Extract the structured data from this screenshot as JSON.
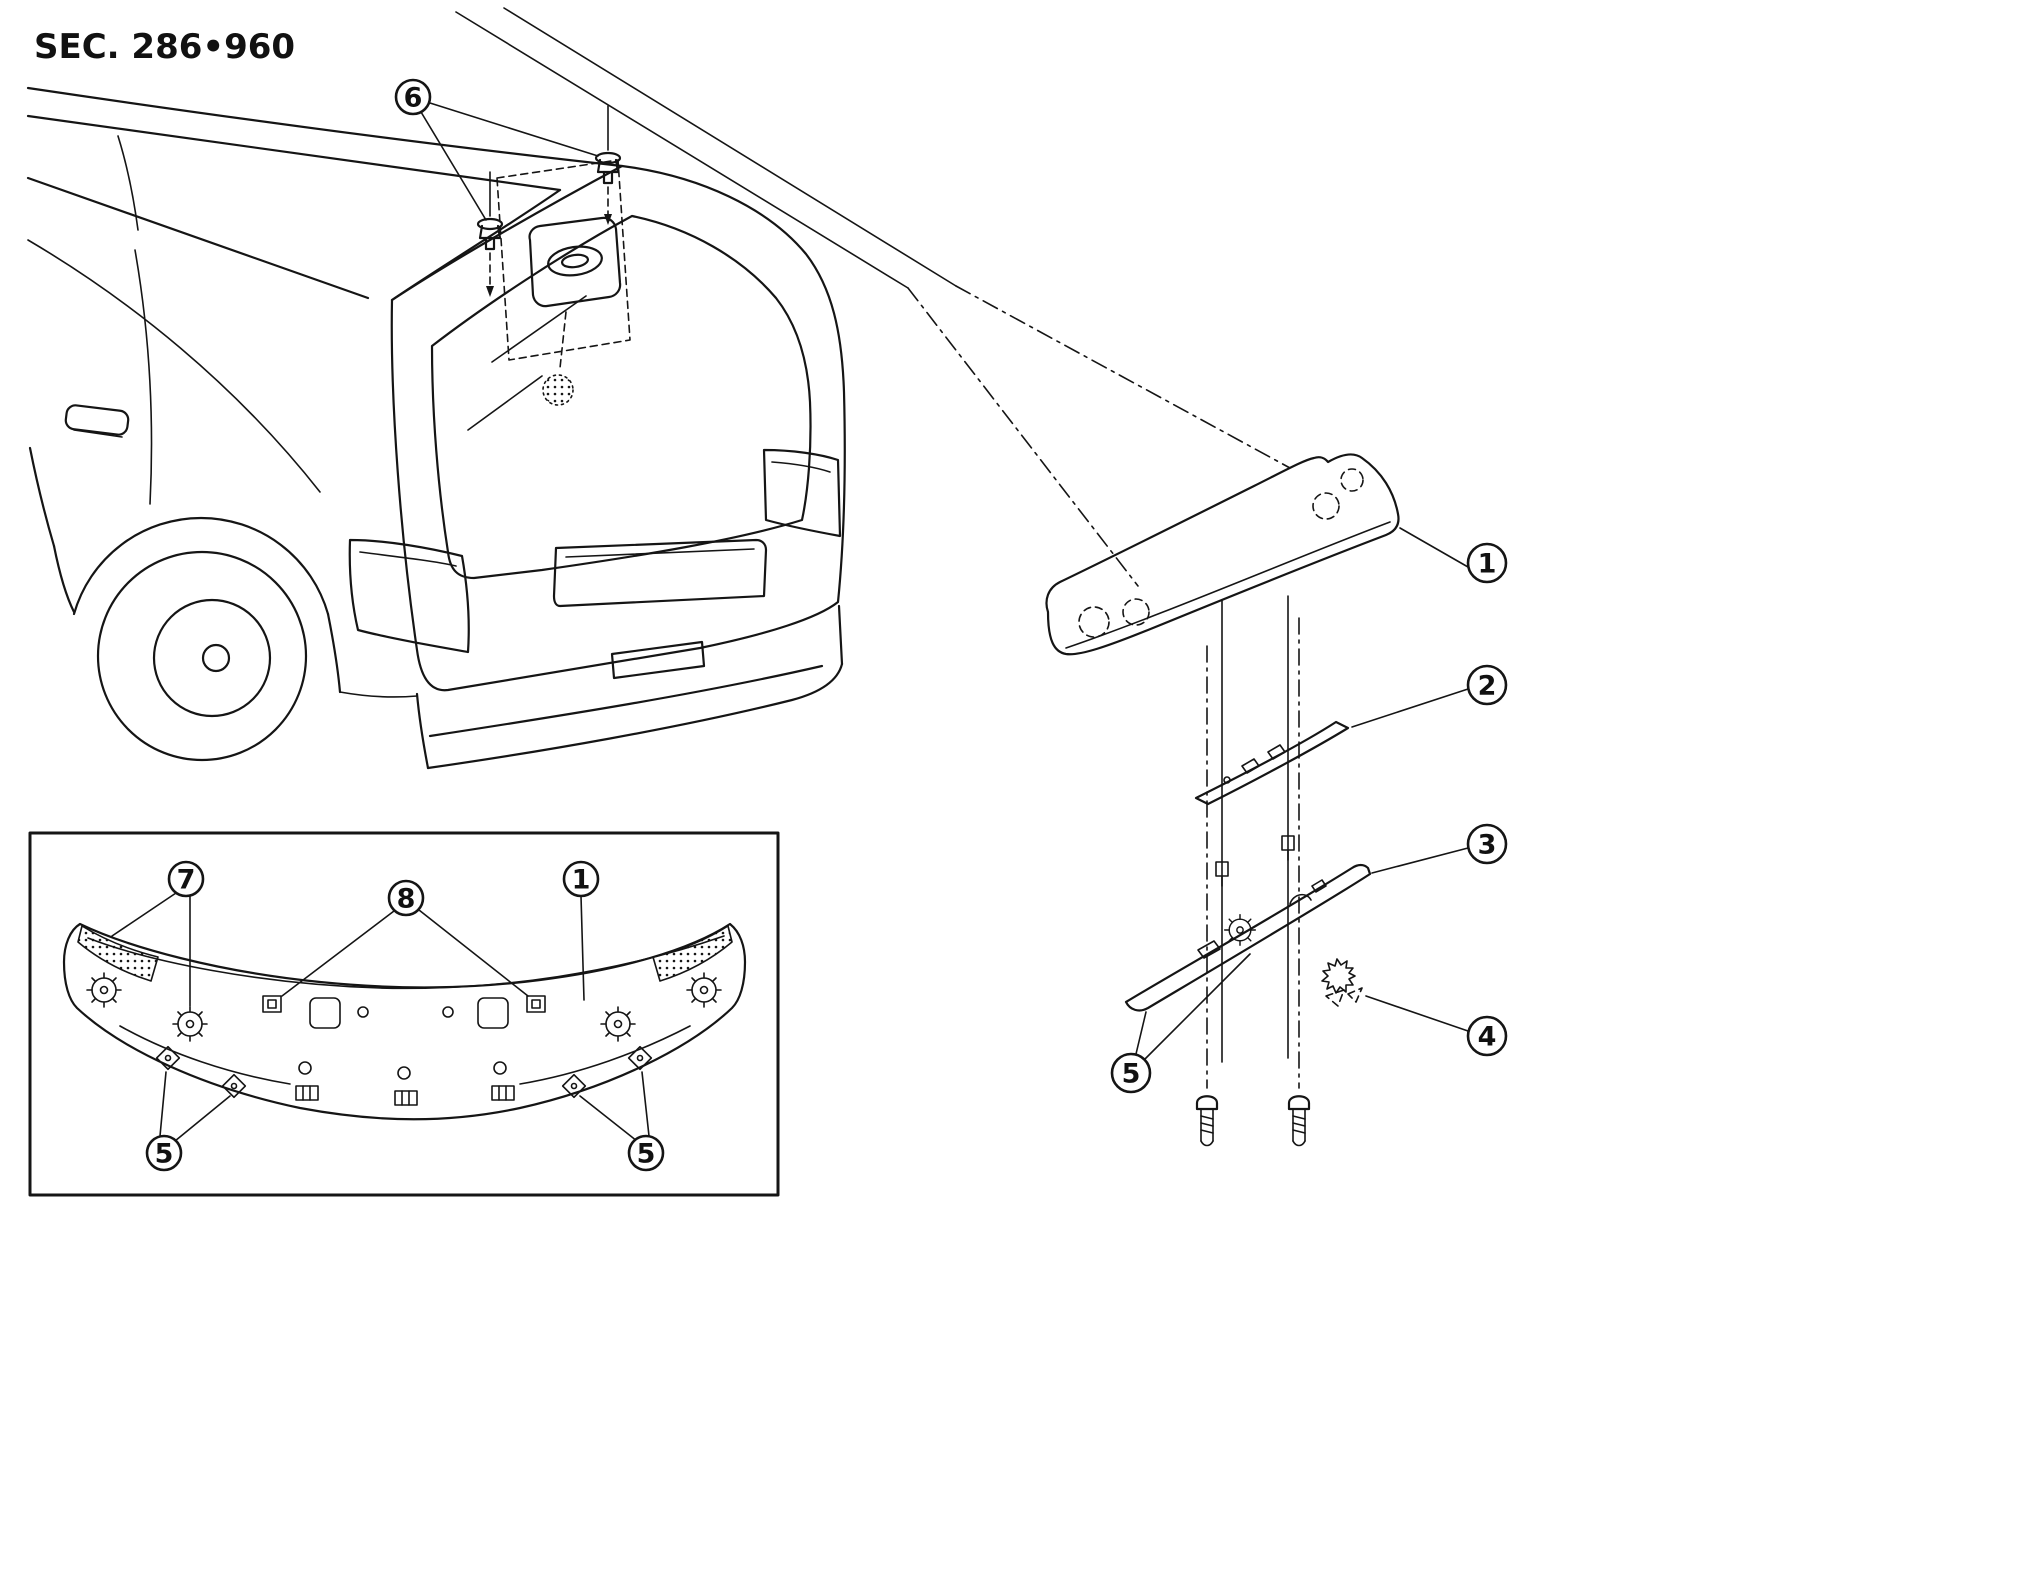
{
  "title": "SEC. 286•960",
  "colors": {
    "line": "#151515",
    "background": "#ffffff"
  },
  "callouts": {
    "c1": "1",
    "c2": "2",
    "c3": "3",
    "c4": "4",
    "c5": "5",
    "c6": "6",
    "c7": "7",
    "c8": "8"
  }
}
